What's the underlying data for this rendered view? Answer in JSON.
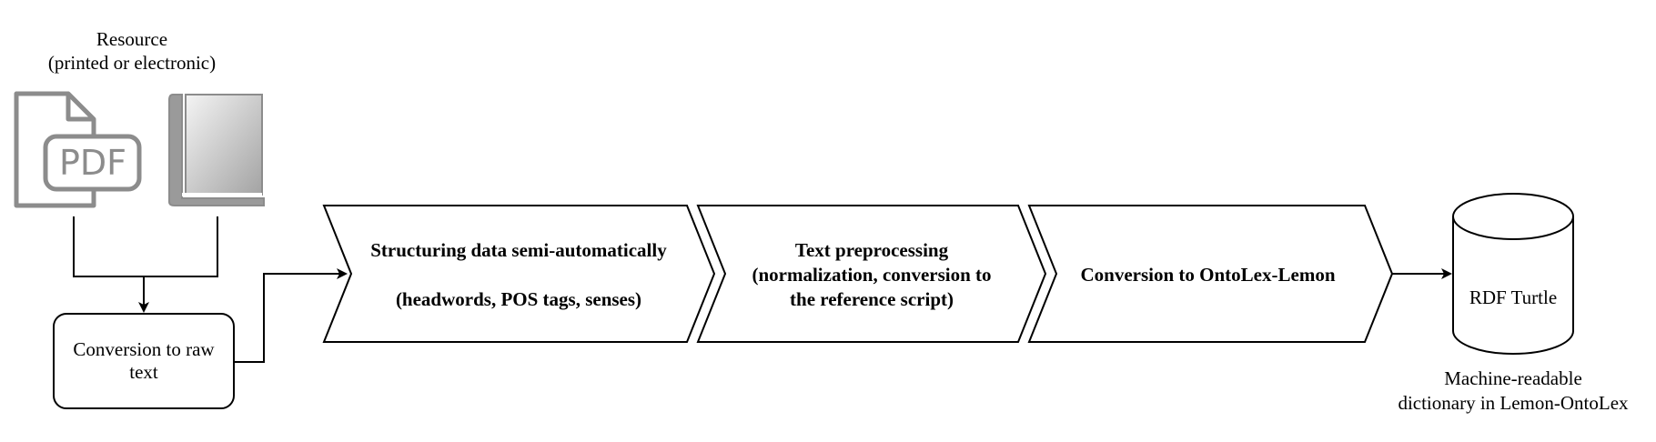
{
  "resource": {
    "title": "Resource",
    "subtitle": "(printed or electronic)",
    "pdf_icon_text": "PDF",
    "icons": [
      "pdf-file-icon",
      "book-icon"
    ]
  },
  "raw_text_box": {
    "label": "Conversion to raw text"
  },
  "steps": [
    {
      "line1": "Structuring data semi-automatically",
      "line2": "(headwords, POS tags, senses)"
    },
    {
      "line1": "Text preprocessing",
      "line2": "(normalization, conversion to",
      "line3": "the reference script)"
    },
    {
      "line1": "Conversion to OntoLex-Lemon"
    }
  ],
  "output": {
    "cylinder_label": "RDF Turtle",
    "caption_line1": "Machine-readable",
    "caption_line2": "dictionary in Lemon-OntoLex"
  },
  "colors": {
    "stroke": "#000000",
    "icon_gray": "#8c8c8c",
    "book_gradient_light": "#f2f2f2",
    "book_gradient_dark": "#a6a6a6"
  }
}
